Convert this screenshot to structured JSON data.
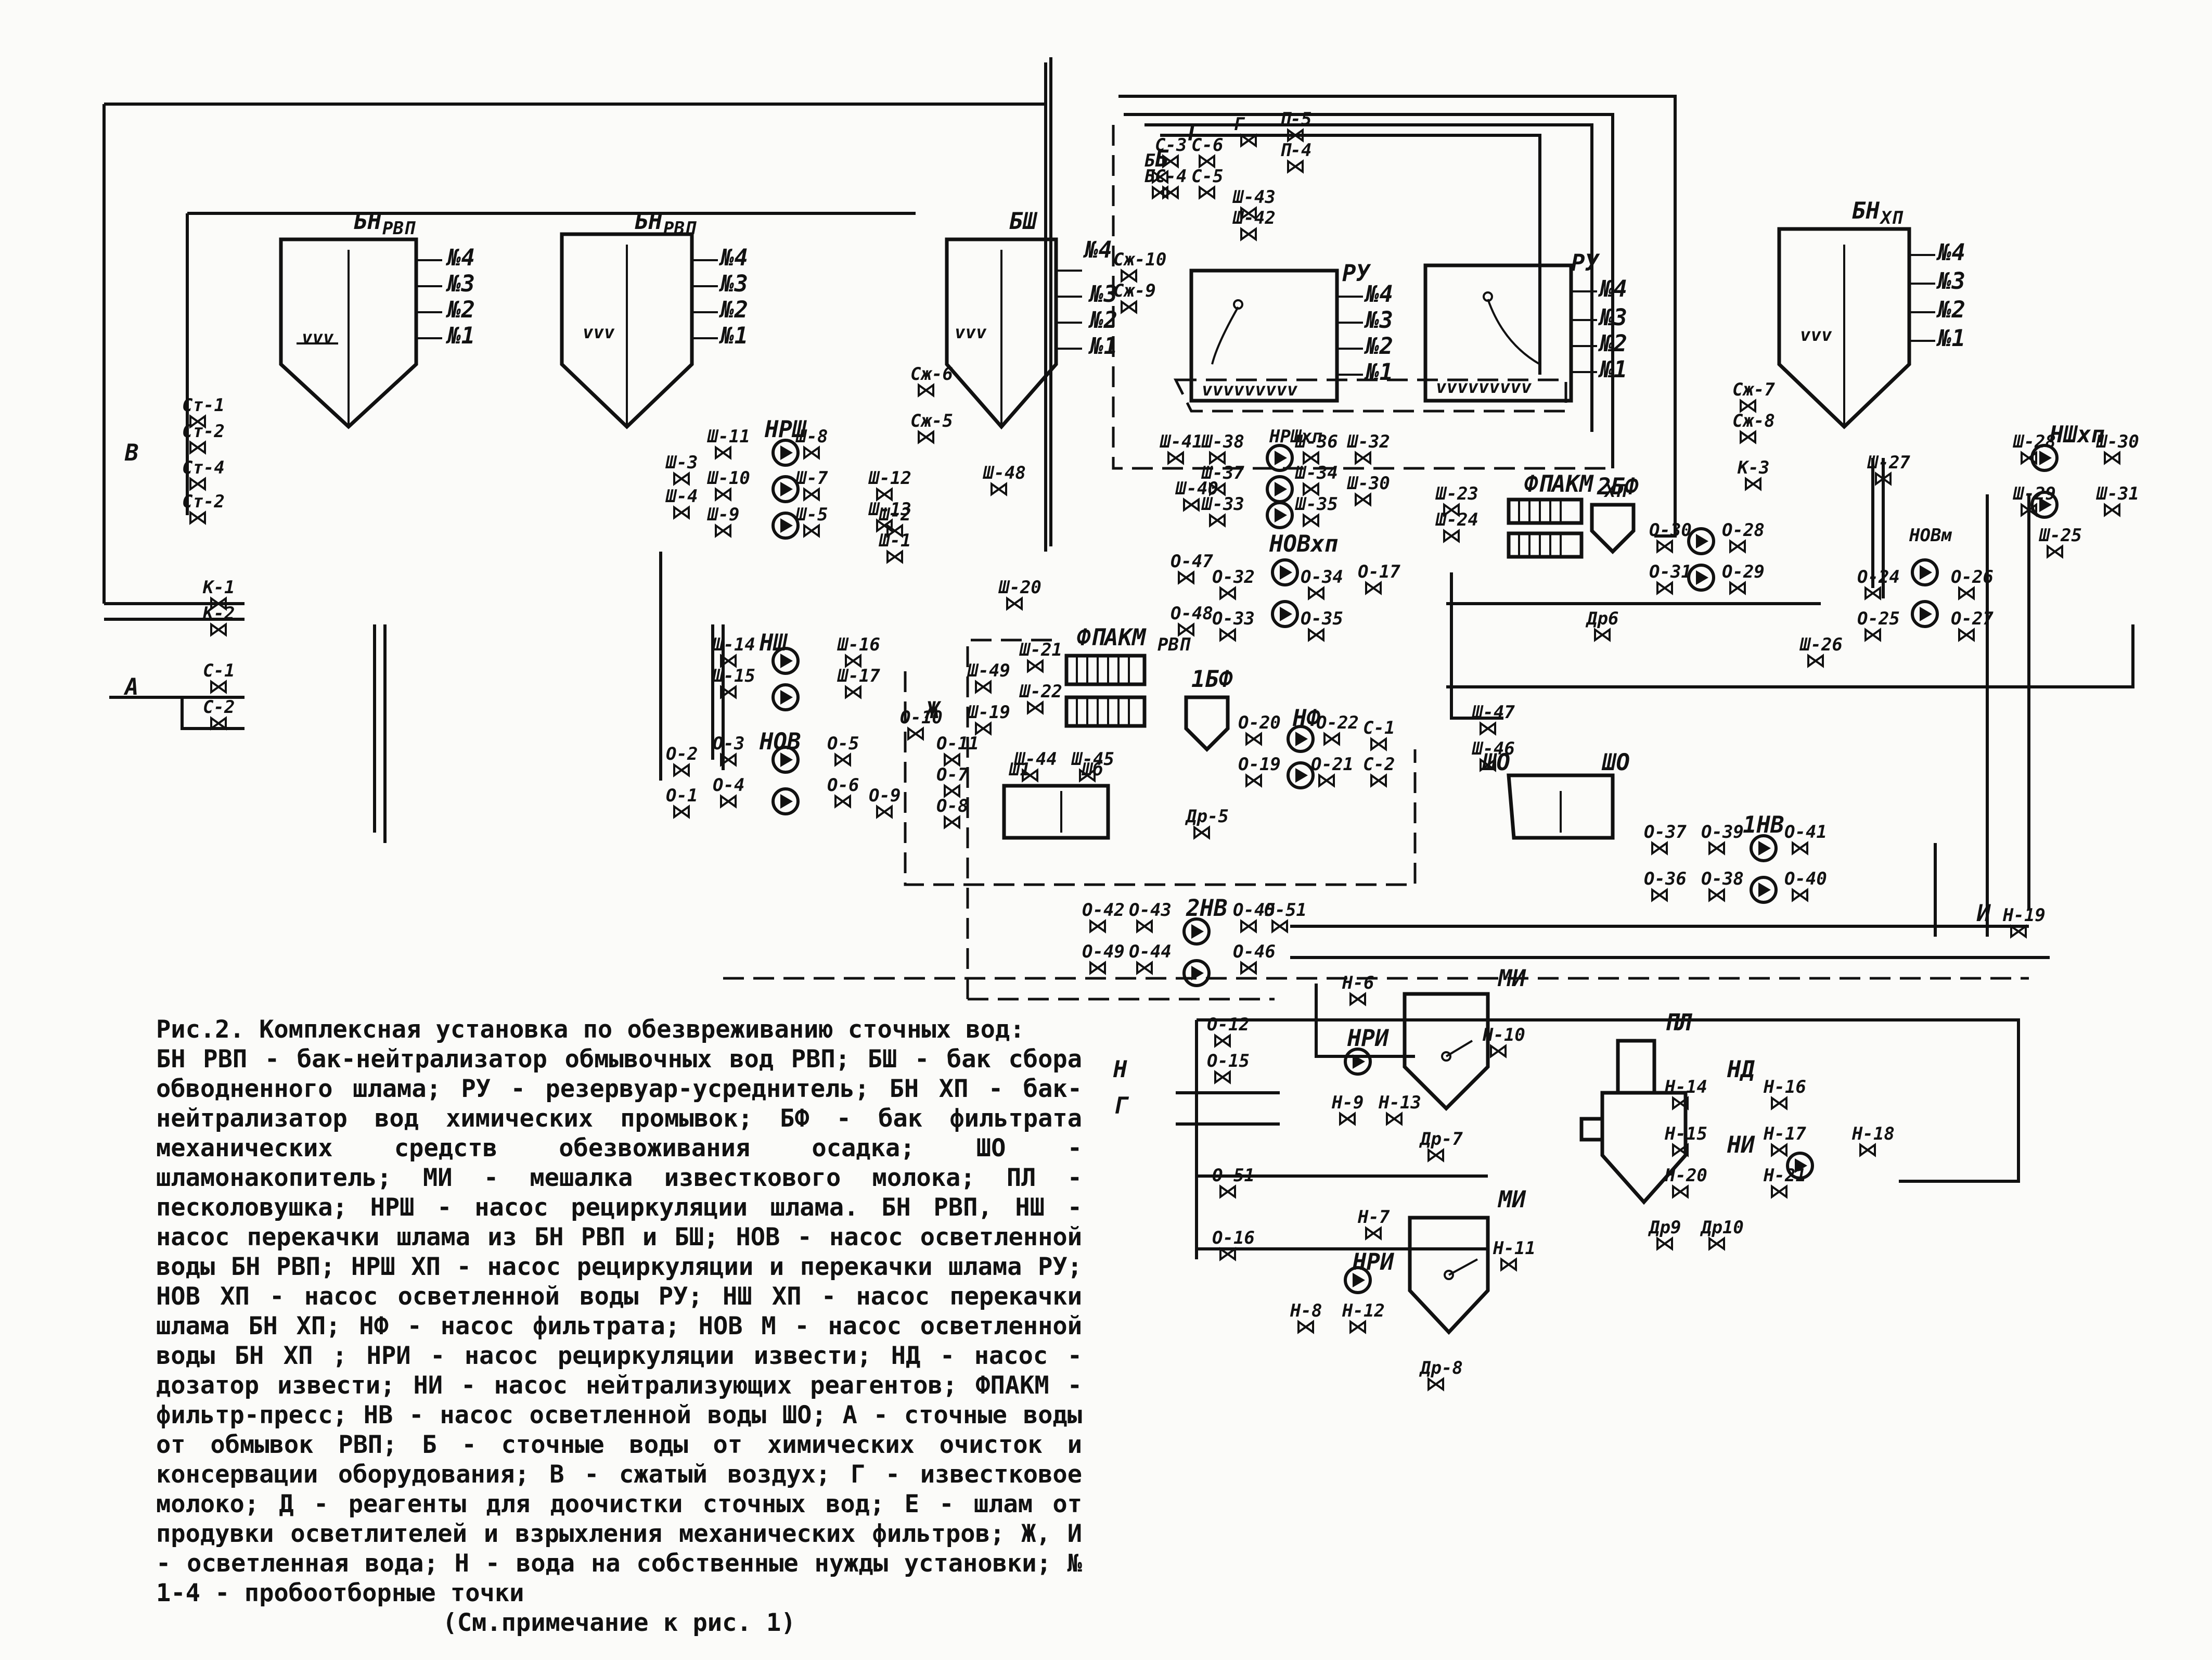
{
  "tanks": {
    "bnrvp_1": "БН",
    "bnrvp_1_sub": "РВП",
    "bnrvp_2": "БН",
    "bnrvp_2_sub": "РВП",
    "bsh": "БШ",
    "ru_1": "РУ",
    "ru_2": "РУ",
    "bnhp": "БН",
    "bnhp_sub": "ХП",
    "sho": "ШО",
    "sho_2": "ШО",
    "mi_1": "МИ",
    "mi_2": "МИ",
    "pl": "ПЛ",
    "bf_1": "1БФ",
    "bf_2": "2БФ",
    "sh1": "Ш1",
    "sh2": "Шб"
  },
  "sample_points": [
    "№4",
    "№3",
    "№2",
    "№1"
  ],
  "streams": [
    "А",
    "В",
    "Б",
    "Г",
    "Ж",
    "И",
    "Н",
    "Г"
  ],
  "pumps": [
    "НРШ",
    "НШ",
    "НОВ",
    "НФ",
    "НРШхп",
    "НОВхп",
    "НШхп",
    "НОВм",
    "2НВ",
    "1НВ",
    "НРИ",
    "НРИ",
    "НД",
    "НИ"
  ],
  "filter_presses": [
    "ФПАКМ",
    "РВП",
    "ФПАКМ",
    "ХП"
  ],
  "valves": [
    "Ст-1",
    "Ст-2",
    "Ст-4",
    "Ст-2",
    "К-1",
    "К-2",
    "С-1",
    "С-2",
    "Ш-3",
    "Ш-4",
    "Ш-11",
    "Ш-8",
    "Ш-10",
    "Ш-7",
    "Ш-9",
    "Ш-5",
    "Ш-12",
    "Ш-13",
    "Ш-2",
    "Ш-1",
    "Ш-48",
    "Ш-20",
    "Ш-14",
    "Ш-16",
    "Ш-15",
    "Ш-17",
    "Ш-49",
    "Ш-21",
    "Ш-19",
    "Ш-22",
    "Ш-44",
    "Ш-45",
    "О-2",
    "О-1",
    "О-3",
    "О-4",
    "О-5",
    "О-6",
    "О-10",
    "О-11",
    "О-7",
    "О-8",
    "О-9",
    "Сж-6",
    "Сж-5",
    "Сж-10",
    "Сж-9",
    "С-3",
    "С-6",
    "С-4",
    "С-5",
    "Г",
    "Б",
    "Б",
    "П-5",
    "П-4",
    "Ш-43",
    "Ш-42",
    "Ш-41",
    "Ш-38",
    "Ш-36",
    "Ш-32",
    "Ш-37",
    "Ш-34",
    "Ш-40",
    "Ш-33",
    "Ш-35",
    "Ш-30",
    "Ш-23",
    "Ш-24",
    "О-47",
    "О-32",
    "О-34",
    "О-17",
    "О-48",
    "О-33",
    "О-35",
    "О-20",
    "О-22",
    "С-1",
    "О-19",
    "О-21",
    "С-2",
    "Др-5",
    "Др6",
    "О-30",
    "О-28",
    "О-31",
    "О-29",
    "Сж-7",
    "Сж-8",
    "К-3",
    "Ш-27",
    "Ш-28",
    "Ш-30",
    "Ш-29",
    "Ш-31",
    "Ш-25",
    "Ш-26",
    "О-24",
    "О-26",
    "О-25",
    "О-27",
    "Ш-47",
    "Ш-46",
    "О-37",
    "О-39",
    "О-41",
    "О-36",
    "О-38",
    "О-40",
    "О-42",
    "О-43",
    "О-45",
    "О-51",
    "О-49",
    "О-44",
    "О-46",
    "Н-19",
    "Н-6",
    "О-12",
    "О-15",
    "Н-10",
    "Н-9",
    "Н-13",
    "Др-7",
    "Н-14",
    "Н-16",
    "Н-15",
    "Н-17",
    "Н-18",
    "Н-20",
    "Н-21",
    "О-51",
    "О-16",
    "Н-7",
    "Н-11",
    "Н-8",
    "Н-12",
    "Др-8",
    "Др9",
    "Др10"
  ],
  "caption": {
    "title": "Рис.2. Комплексная установка по обезвреживанию сточных вод:",
    "description": "БН РВП - бак-нейтрализатор обмывочных вод РВП; БШ - бак сбора обводненного шлама; РУ - резервуар-усреднитель; БН ХП - бак-нейтрализатор вод химических промывок; БФ - бак фильтрата механических средств обезвоживания осадка; ШО - шламонакопитель; МИ - мешалка известкового молока; ПЛ - песколовушка; НРШ - насос рециркуляции шлама. БН РВП, НШ - насос перекачки шлама из БН РВП и БШ; НОВ - насос осветленной воды БН РВП; НРШ ХП - насос рециркуляции и перекачки шлама РУ; НОВ ХП - насос осветленной воды РУ; НШ ХП - насос перекачки шлама БН ХП; НФ - насос фильтрата; НОВ М - насос осветленной воды БН ХП ; НРИ - насос рециркуляции извести; НД - насос - дозатор извести; НИ - насос нейтрализующих реагентов; ФПАКМ - фильтр-пресс; НВ - насос осветленной воды ШО; А - сточные воды от обмывок РВП; Б - сточные воды от химических очисток и консервации оборудования; В - сжатый воздух; Г - известковое молоко; Д - реагенты для доочистки сточных вод; Е - шлам от продувки осветлителей и взрыхления механических фильтров; Ж, И - осветленная вода; Н - вода на собственные нужды установки; № 1-4 - пробоотборные точки",
    "note": "(См.примечание к рис. 1)"
  }
}
